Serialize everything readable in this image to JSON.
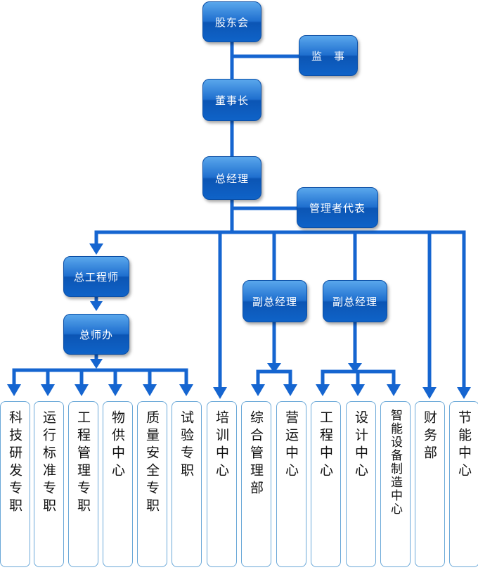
{
  "org": {
    "shareholders": "股东会",
    "supervisor": "监　事",
    "chairman": "董事长",
    "general_manager": "总经理",
    "management_rep": "管理者代表",
    "chief_engineer": "总工程师",
    "chief_engineer_office": "总师办",
    "deputy_gm_1": "副总经理",
    "deputy_gm_2": "副总经理"
  },
  "departments": [
    "科技研发专职",
    "运行标准专职",
    "工程管理专职",
    "物供中心",
    "质量安全专职",
    "试验专职",
    "培训中心",
    "综合管理部",
    "营运中心",
    "工程中心",
    "设计中心",
    "智能设备制造中心",
    "财务部",
    "节能中心"
  ],
  "colors": {
    "line": "#1565d0",
    "box_top": "#5aa7ec",
    "box_bottom": "#0c55b4",
    "dept_border": "#6aa8d8"
  }
}
